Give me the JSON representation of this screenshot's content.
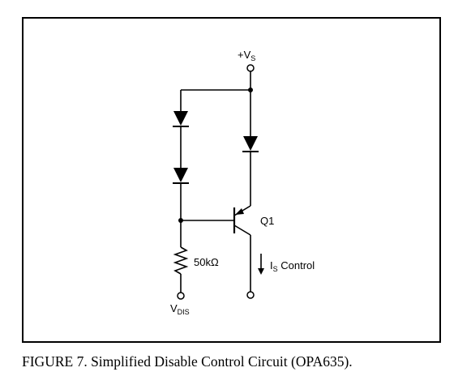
{
  "diagram": {
    "supply_label": "+V",
    "supply_sub": "S",
    "transistor_label": "Q1",
    "resistor_label": "50kΩ",
    "current_label": "I",
    "current_sub": "S",
    "current_suffix": " Control",
    "disable_label": "V",
    "disable_sub": "DIS"
  },
  "caption": "FIGURE 7. Simplified Disable Control Circuit (OPA635)."
}
